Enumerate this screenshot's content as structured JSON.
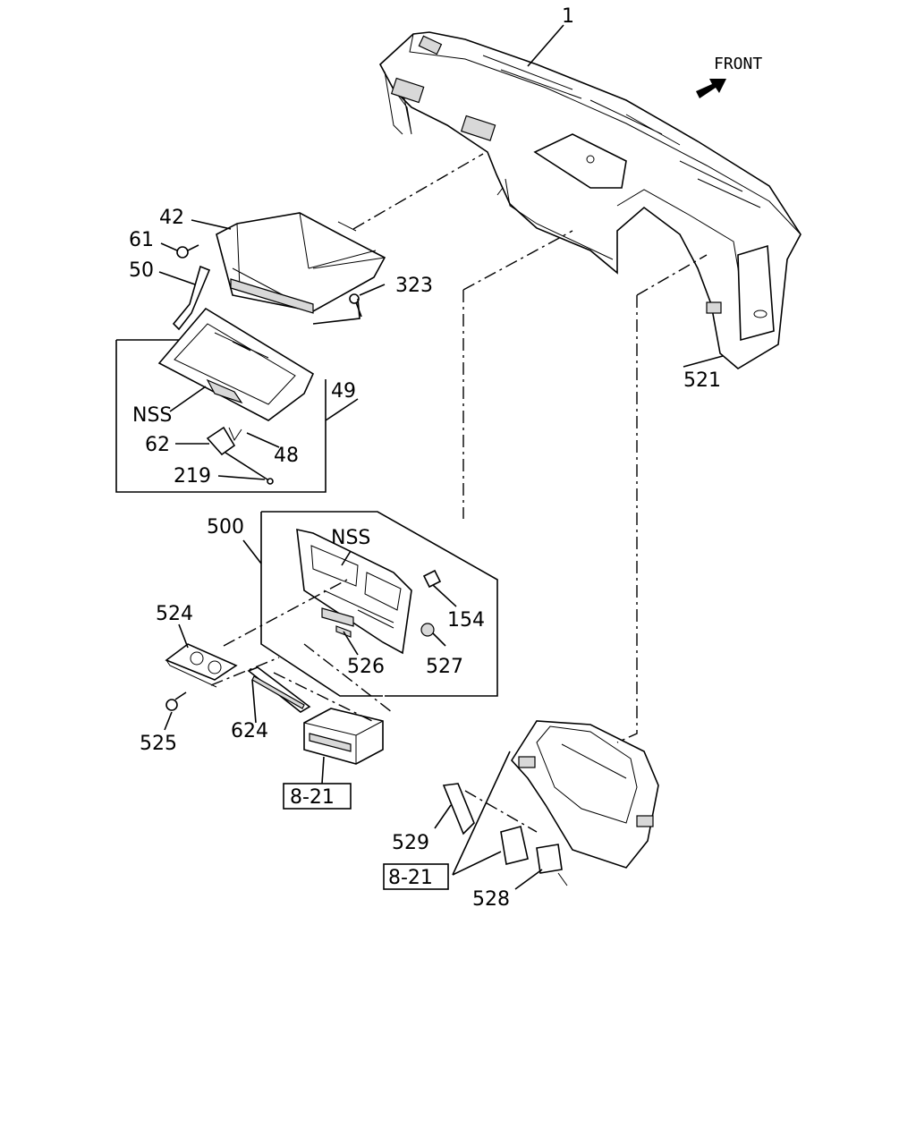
{
  "labels": {
    "p1": "1",
    "front": "FRONT",
    "p42": "42",
    "p61": "61",
    "p50": "50",
    "p323": "323",
    "p521": "521",
    "p49": "49",
    "nss_top": "NSS",
    "p62": "62",
    "p48": "48",
    "p219": "219",
    "p500": "500",
    "nss_mid": "NSS",
    "p154": "154",
    "p524": "524",
    "p526": "526",
    "p527": "527",
    "p525": "525",
    "p624": "624",
    "ref_a": "8-21",
    "p529": "529",
    "ref_b": "8-21",
    "p528": "528"
  }
}
